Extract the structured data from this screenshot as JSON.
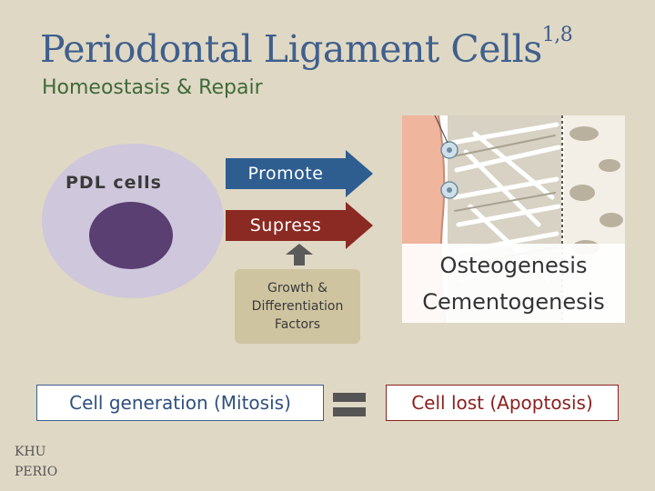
{
  "title": {
    "main": "Periodontal Ligament Cells",
    "superscript": "1,8",
    "subtitle": "Homeostasis & Repair"
  },
  "cell": {
    "label": "PDL cells"
  },
  "arrows": {
    "promote": "Promote",
    "supress": "Supress"
  },
  "factors": {
    "line1": "Growth &",
    "line2": "Differentiation",
    "line3": "Factors"
  },
  "tissue": {
    "line1": "Osteogenesis",
    "line2": "Cementogenesis"
  },
  "balance": {
    "left": "Cell generation (Mitosis)",
    "right": "Cell lost (Apoptosis)"
  },
  "logo": {
    "line1": "KHU",
    "line2": "PERIO"
  },
  "colors": {
    "background": "#dfd8c4",
    "promote_arrow": "#2e5d90",
    "supress_arrow": "#8b2a22",
    "cell": "#cfc7dc",
    "nucleus": "#5a3f72"
  }
}
